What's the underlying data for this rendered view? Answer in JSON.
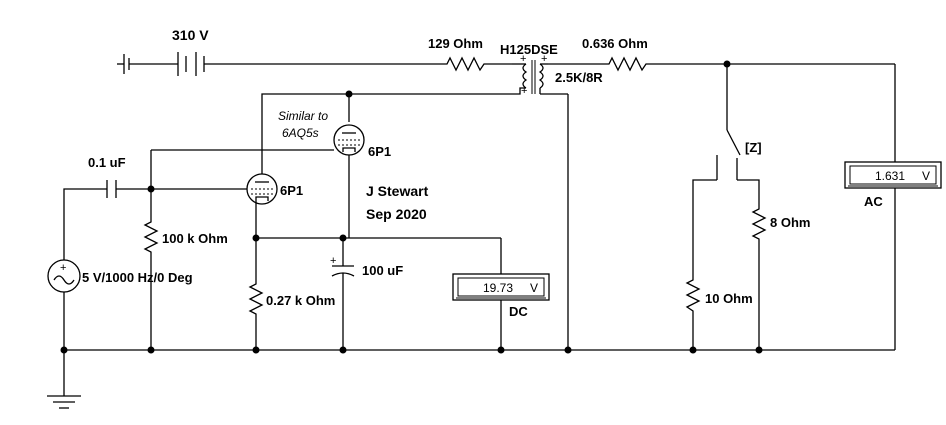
{
  "labels": {
    "battery_voltage": "310 V",
    "resistor_129": "129  Ohm",
    "transformer_name": "H125DSE",
    "transformer_ratio": "2.5K/8R",
    "resistor_0636": "0.636  Ohm",
    "similar_line1": "Similar to",
    "similar_line2": "6AQ5s",
    "tube_upper": "6P1",
    "tube_lower": "6P1",
    "cap_input": "0.1 uF",
    "author_name": "J Stewart",
    "author_date": "Sep 2020",
    "resistor_100k": "100 k Ohm",
    "source": "5 V/1000 Hz/0 Deg",
    "cap_100uf": "100 uF",
    "resistor_027k": "0.27 k Ohm",
    "switch_key": "[Z]",
    "resistor_8": "8  Ohm",
    "resistor_10": "10  Ohm"
  },
  "meters": {
    "dc": {
      "value": "19.73",
      "unit": "V",
      "mode": "DC"
    },
    "ac": {
      "value": "1.631",
      "unit": "V",
      "mode": "AC"
    }
  }
}
